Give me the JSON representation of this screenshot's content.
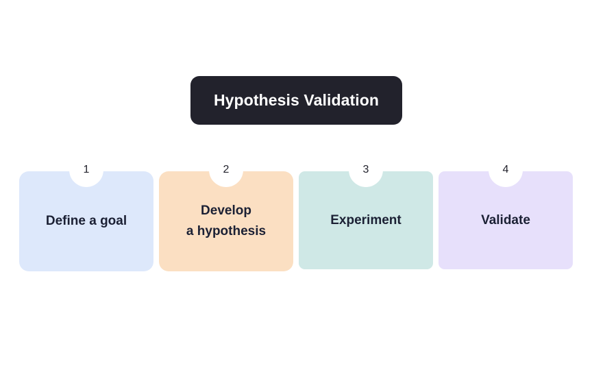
{
  "diagram": {
    "title": "Hypothesis Validation",
    "title_background": "#22222c",
    "title_text_color": "#ffffff",
    "background": "#ffffff",
    "step_text_color": "#1b2034",
    "badge_background": "#ffffff",
    "badge_text_color": "#22222c",
    "steps": [
      {
        "number": "1",
        "label": "Define a goal",
        "color": "#dde8fb"
      },
      {
        "number": "2",
        "label": "Develop\na hypothesis",
        "color": "#fbdfc2"
      },
      {
        "number": "3",
        "label": "Experiment",
        "color": "#cfe8e6"
      },
      {
        "number": "4",
        "label": "Validate",
        "color": "#e7e0fb"
      }
    ]
  }
}
